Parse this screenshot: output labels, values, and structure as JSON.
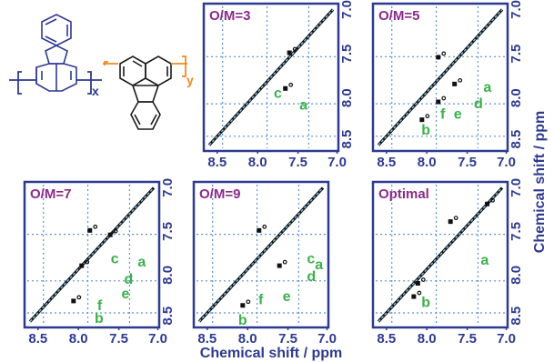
{
  "figure": {
    "x_axis_title": "Chemical shift / ppm",
    "y_axis_title": "Chemical shift / ppm",
    "x_tick_labels": [
      "8.5",
      "8.0",
      "7.5",
      "7.0"
    ],
    "y_tick_labels": [
      "7.0",
      "7.5",
      "8.0",
      "8.5"
    ],
    "structure": {
      "subscript_x": "x",
      "subscript_y": "y"
    }
  },
  "panels": [
    {
      "id": "om3",
      "title": "O/M=3",
      "labels": [
        "c",
        "a"
      ],
      "show_x_ticks": true,
      "show_y_ticks": true
    },
    {
      "id": "om5",
      "title": "O/M=5",
      "labels": [
        "a",
        "b",
        "f",
        "e",
        "d"
      ],
      "show_x_ticks": true,
      "show_y_ticks": true
    },
    {
      "id": "om7",
      "title": "O/M=7",
      "labels": [
        "c",
        "a",
        "d",
        "f",
        "e",
        "b"
      ],
      "show_x_ticks": true,
      "show_y_ticks": true
    },
    {
      "id": "om9",
      "title": "O/M=9",
      "labels": [
        "c",
        "a",
        "d",
        "e",
        "f",
        "b"
      ],
      "show_x_ticks": true,
      "show_y_ticks": false
    },
    {
      "id": "opt",
      "title": "Optimal",
      "labels": [
        "a",
        "b"
      ],
      "show_x_ticks": true,
      "show_y_ticks": true
    }
  ],
  "chart_data": [
    {
      "type": "scatter",
      "title": "O/M=3",
      "xlabel": "",
      "ylabel": "",
      "xlim": [
        8.65,
        7.0
      ],
      "ylim": [
        7.0,
        8.65
      ],
      "series": [
        {
          "name": "",
          "x": [
            7.6,
            7.65
          ],
          "y": [
            7.55,
            7.95
          ]
        }
      ],
      "annotations": [
        {
          "text": "c",
          "x": 7.75,
          "y": 7.85
        },
        {
          "text": "a",
          "x": 7.45,
          "y": 7.95
        }
      ]
    },
    {
      "type": "scatter",
      "title": "O/M=5",
      "xlabel": "",
      "ylabel": "",
      "xlim": [
        8.65,
        7.0
      ],
      "ylim": [
        7.0,
        8.65
      ],
      "series": [
        {
          "name": "",
          "x": [
            7.85,
            7.65,
            8.05,
            7.85
          ],
          "y": [
            7.6,
            7.9,
            8.3,
            8.1
          ],
          "values": [
            1,
            1,
            1,
            1
          ]
        }
      ],
      "annotations": [
        {
          "text": "a",
          "x": 7.45,
          "y": 7.95
        },
        {
          "text": "b",
          "x": 8.3,
          "y": 8.45
        },
        {
          "text": "f",
          "x": 8.0,
          "y": 8.3
        },
        {
          "text": "e",
          "x": 7.75,
          "y": 8.25
        },
        {
          "text": "d",
          "x": 7.55,
          "y": 8.15
        }
      ]
    },
    {
      "type": "scatter",
      "title": "O/M=7",
      "xlabel": "",
      "ylabel": "",
      "xlim": [
        8.65,
        7.0
      ],
      "ylim": [
        7.0,
        8.65
      ],
      "series": [
        {
          "name": "",
          "x": [
            7.6,
            7.85,
            7.95,
            8.05
          ],
          "y": [
            7.6,
            7.55,
            7.95,
            8.35
          ],
          "values": [
            1,
            1,
            1,
            1
          ]
        }
      ],
      "annotations": [
        {
          "text": "c",
          "x": 7.8,
          "y": 7.95
        },
        {
          "text": "a",
          "x": 7.3,
          "y": 8.0
        },
        {
          "text": "d",
          "x": 7.45,
          "y": 8.15
        },
        {
          "text": "f",
          "x": 8.05,
          "y": 8.3
        },
        {
          "text": "e",
          "x": 7.75,
          "y": 8.3
        },
        {
          "text": "b",
          "x": 8.3,
          "y": 8.55
        }
      ]
    },
    {
      "type": "scatter",
      "title": "O/M=9",
      "xlabel": "",
      "ylabel": "",
      "xlim": [
        8.65,
        7.0
      ],
      "ylim": [
        7.0,
        8.65
      ],
      "series": [
        {
          "name": "",
          "x": [
            7.85,
            7.6,
            8.05
          ],
          "y": [
            7.55,
            7.95,
            8.4
          ],
          "values": [
            1,
            1,
            1
          ]
        }
      ],
      "annotations": [
        {
          "text": "c",
          "x": 7.65,
          "y": 7.95
        },
        {
          "text": "a",
          "x": 7.35,
          "y": 8.0
        },
        {
          "text": "d",
          "x": 7.4,
          "y": 8.15
        },
        {
          "text": "e",
          "x": 7.55,
          "y": 8.3
        },
        {
          "text": "f",
          "x": 7.85,
          "y": 8.35
        },
        {
          "text": "b",
          "x": 8.3,
          "y": 8.55
        }
      ]
    },
    {
      "type": "scatter",
      "title": "Optimal",
      "xlabel": "",
      "ylabel": "",
      "xlim": [
        8.65,
        7.0
      ],
      "ylim": [
        7.0,
        8.65
      ],
      "series": [
        {
          "name": "",
          "x": [
            7.7,
            8.1,
            8.15,
            7.25
          ],
          "y": [
            7.45,
            8.15,
            8.3,
            7.25
          ],
          "values": [
            1,
            1,
            1,
            1
          ]
        }
      ],
      "annotations": [
        {
          "text": "a",
          "x": 7.45,
          "y": 7.95
        },
        {
          "text": "b",
          "x": 8.15,
          "y": 8.5
        }
      ]
    }
  ]
}
